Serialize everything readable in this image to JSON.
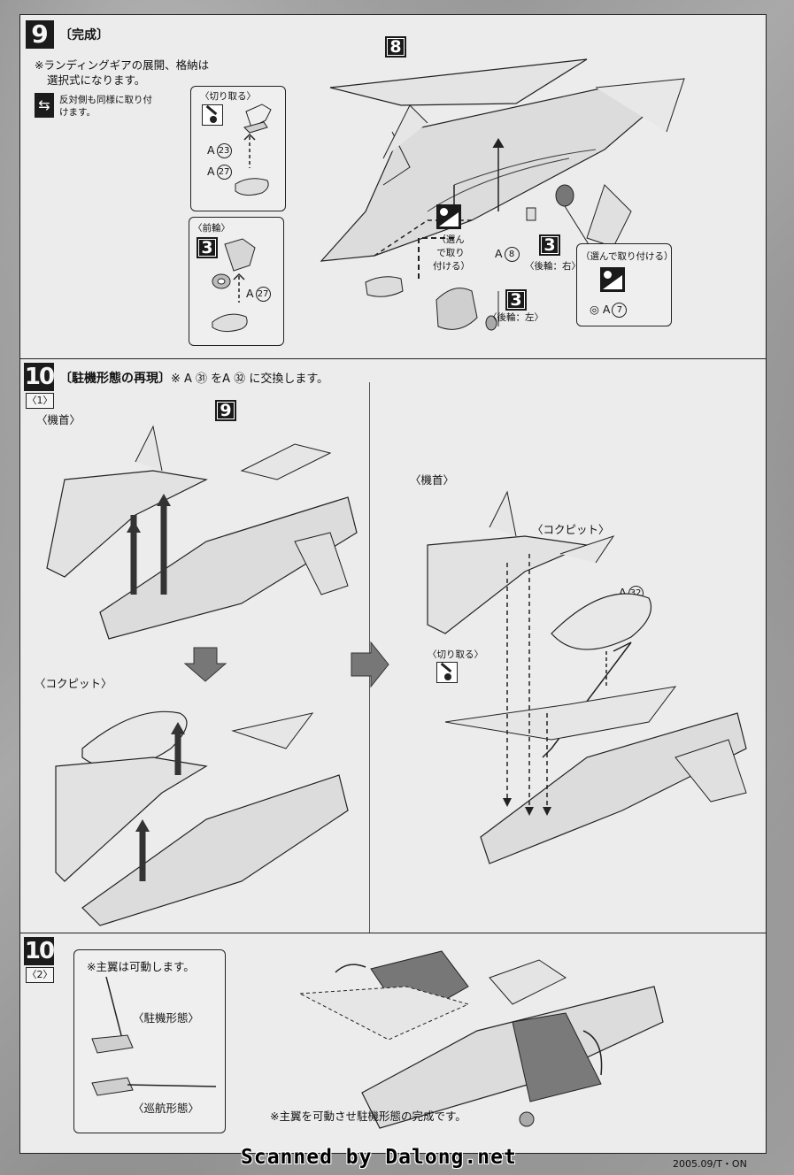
{
  "step9": {
    "number": "9",
    "title": "〔完成〕",
    "note_line1": "※ランディングギアの展開、格納は",
    "note_line2": "選択式になります。",
    "mirror_note": "反対側も同様に取り付けます。",
    "ref_step_top": "8",
    "cut_label": "〈切り取る〉",
    "part_a23": "A",
    "num_23": "23",
    "part_a27": "A",
    "num_27": "27",
    "front_wheel_label": "〈前輪〉",
    "front_badge": "3",
    "part_a27b": "A",
    "num_27b": "27",
    "select_label": "（選んで取り付ける）",
    "part_a8": "A",
    "num_8": "8",
    "rear_right_badge": "3",
    "rear_right_label": "〈後輪：右〉",
    "rear_left_badge": "3",
    "rear_left_label": "〈後輪：左〉",
    "select_label2": "（選んで取り付ける）",
    "part_a7": "A",
    "num_7": "7"
  },
  "step10": {
    "number": "10",
    "substep1": "〈1〉",
    "title_bold": "〔駐機形態の再現〕",
    "title_rest": "※ A ㉛ をA ㉜ に交換します。",
    "nose_label_left": "〈機首〉",
    "ref_step": "9",
    "cockpit_label_left": "〈コクピット〉",
    "part_a31": "A",
    "num_31": "31",
    "nose_label_right": "〈機首〉",
    "cockpit_label_right": "〈コクピット〉",
    "part_a32": "A",
    "num_32": "32",
    "cut_label": "〈切り取る〉"
  },
  "step10b": {
    "number": "10",
    "substep2": "〈2〉",
    "wing_note": "※主翼は可動します。",
    "parked_label": "〈駐機形態〉",
    "cruise_label": "〈巡航形態〉",
    "final_note": "※主翼を可動させ駐機形態の完成です。"
  },
  "watermark": "Scanned by Dalong.net",
  "date_code": "2005.09/T・ON"
}
